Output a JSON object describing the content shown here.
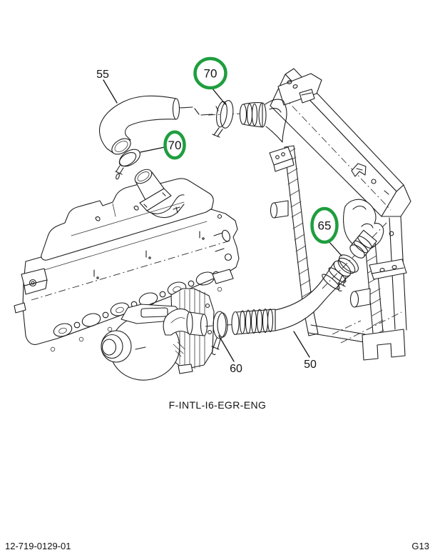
{
  "diagram": {
    "caption": "F-INTL-I6-EGR-ENG",
    "callouts": [
      {
        "id": "55",
        "label": "55",
        "circled": false
      },
      {
        "id": "70-upper",
        "label": "70",
        "circled": true
      },
      {
        "id": "70-lower",
        "label": "70",
        "circled": true
      },
      {
        "id": "65",
        "label": "65",
        "circled": true
      },
      {
        "id": "60",
        "label": "60",
        "circled": false
      },
      {
        "id": "50",
        "label": "50",
        "circled": false
      }
    ],
    "colors": {
      "highlight": "#1e9e3e",
      "line": "#1f1f1f",
      "background": "#ffffff"
    }
  },
  "footer": {
    "left": "12-719-0129-01",
    "right": "G13"
  }
}
